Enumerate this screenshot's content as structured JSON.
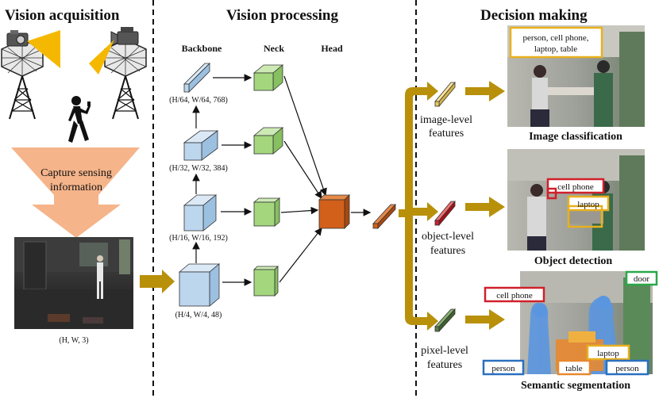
{
  "sections": {
    "acquisition": "Vision acquisition",
    "processing": "Vision processing",
    "decision": "Decision making"
  },
  "acquisition": {
    "capture_line1": "Capture sensing",
    "capture_line2": "information",
    "image_dims": "(H, W, 3)"
  },
  "processing": {
    "backbone": "Backbone",
    "neck": "Neck",
    "head": "Head",
    "dims": [
      "(H/64, W/64, 768)",
      "(H/32, W/32, 384)",
      "(H/16, W/16, 192)",
      "(H/4, W/4, 48)"
    ]
  },
  "features": {
    "image_1": "image-level",
    "image_2": "features",
    "object_1": "object-level",
    "object_2": "features",
    "pixel_1": "pixel-level",
    "pixel_2": "features"
  },
  "tasks": {
    "classification": "Image classification",
    "detection": "Object detection",
    "segmentation": "Semantic segmentation"
  },
  "labels": {
    "classification_1": "person, cell phone,",
    "classification_2": "laptop, table",
    "det_cell_phone": "cell phone",
    "det_laptop": "laptop",
    "seg_door": "door",
    "seg_cell_phone": "cell phone",
    "seg_laptop": "laptop",
    "seg_person_left": "person",
    "seg_table": "table",
    "seg_person_right": "person"
  },
  "colors": {
    "arrow_gold": "#b8900a",
    "funnel": "#f5b48a",
    "backbone": "#bcd6ee",
    "neck": "#a4d67e",
    "head": "#d2601a",
    "box_red": "#d0202a",
    "box_yellow": "#e8b020",
    "box_green": "#2aa84a",
    "box_blue": "#2a70c0",
    "box_orange": "#e88830"
  }
}
